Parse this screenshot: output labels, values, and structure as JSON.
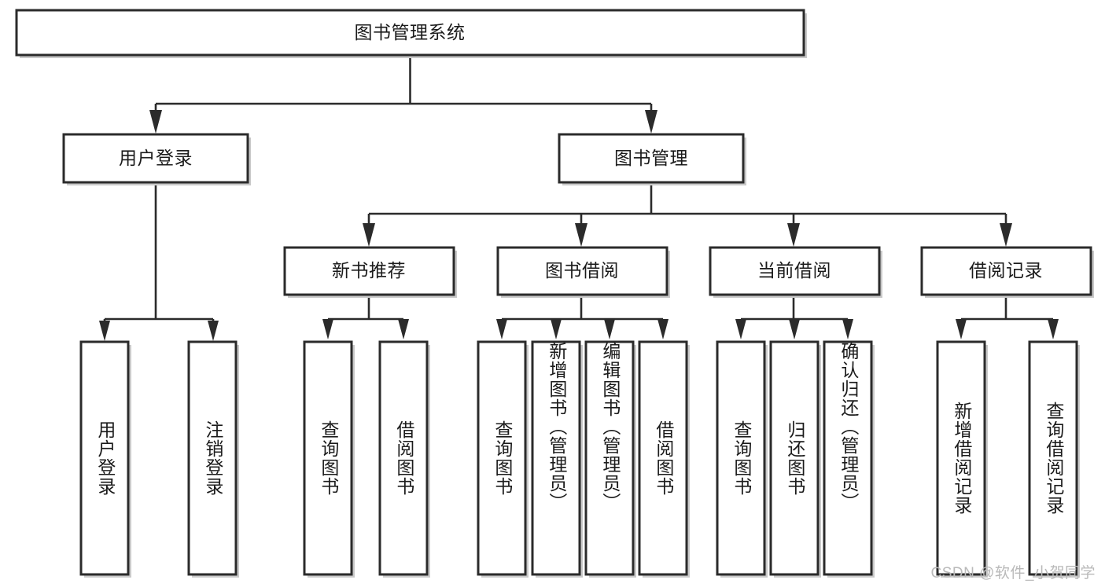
{
  "diagram": {
    "type": "tree",
    "title": "图书管理系统",
    "watermark": "CSDN @软件_小贺同学",
    "colors": {
      "box_stroke": "#2b2b2b",
      "box_fill": "#ffffff",
      "text": "#1b1b1b",
      "shadow": "#c9c9c9",
      "watermark": "#b9b9b9",
      "background": "#ffffff"
    },
    "levels": {
      "root": {
        "label": "图书管理系统"
      },
      "level2": [
        {
          "label": "用户登录"
        },
        {
          "label": "图书管理"
        }
      ],
      "level3": [
        {
          "label": "新书推荐"
        },
        {
          "label": "图书借阅"
        },
        {
          "label": "当前借阅"
        },
        {
          "label": "借阅记录"
        }
      ],
      "leaves": {
        "user_login": [
          {
            "label": "用户登录"
          },
          {
            "label": "注销登录"
          }
        ],
        "new_book_recommend": [
          {
            "label": "查询图书"
          },
          {
            "label": "借阅图书"
          }
        ],
        "book_borrow": [
          {
            "label": "查询图书"
          },
          {
            "label": "新增图书（管理员）"
          },
          {
            "label": "编辑图书（管理员）"
          },
          {
            "label": "借阅图书"
          }
        ],
        "current_borrow": [
          {
            "label": "查询图书"
          },
          {
            "label": "归还图书"
          },
          {
            "label": "确认归还（管理员）"
          }
        ],
        "borrow_record": [
          {
            "label": "新增借阅记录"
          },
          {
            "label": "查询借阅记录"
          }
        ]
      }
    }
  }
}
